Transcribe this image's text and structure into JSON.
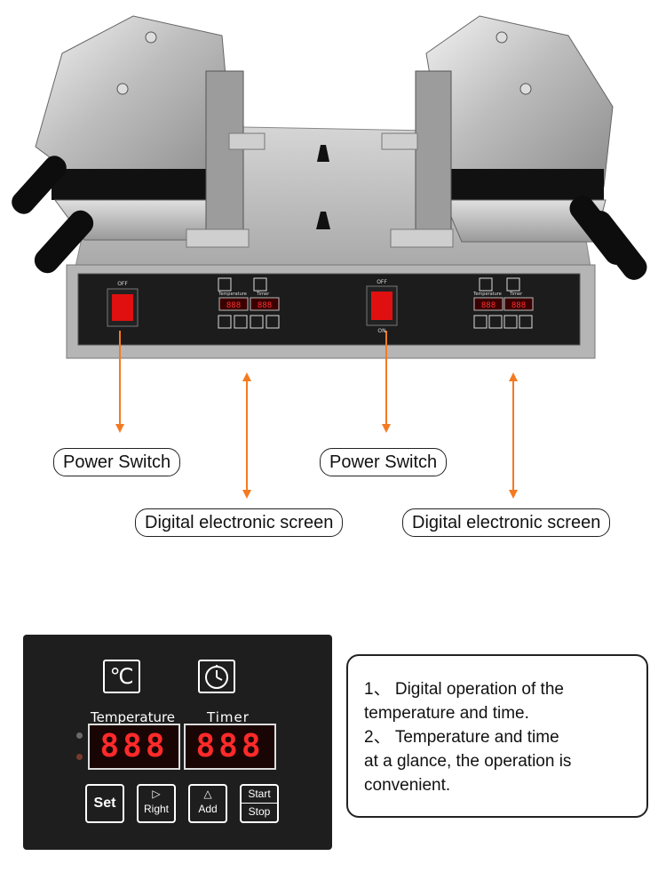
{
  "labels": {
    "power_switch_left": "Power Switch",
    "power_switch_right": "Power Switch",
    "screen_left": "Digital electronic screen",
    "screen_right": "Digital electronic screen"
  },
  "machine_panel": {
    "off_left": "OFF",
    "off_right": "OFF",
    "on_right": "ON",
    "temp_label": "Temperature",
    "timer_label": "Timer",
    "digits": "888"
  },
  "closeup": {
    "celsius_symbol": "℃",
    "temperature_label": "Temperature",
    "timer_label": "Timer",
    "temp_display": "888",
    "timer_display": "888",
    "keys": {
      "set": "Set",
      "right": "Right",
      "add": "Add",
      "start": "Start",
      "stop": "Stop"
    }
  },
  "notes": {
    "line1": "1、 Digital operation of the",
    "line2": "temperature and time.",
    "line3": "2、 Temperature and time",
    "line4": "at a glance, the operation is",
    "line5": "convenient."
  },
  "colors": {
    "arrow": "#f47a20",
    "digit_red": "#ff2a2a",
    "panel_dark": "#1e1e1e",
    "steel": "#c8c8c8"
  }
}
